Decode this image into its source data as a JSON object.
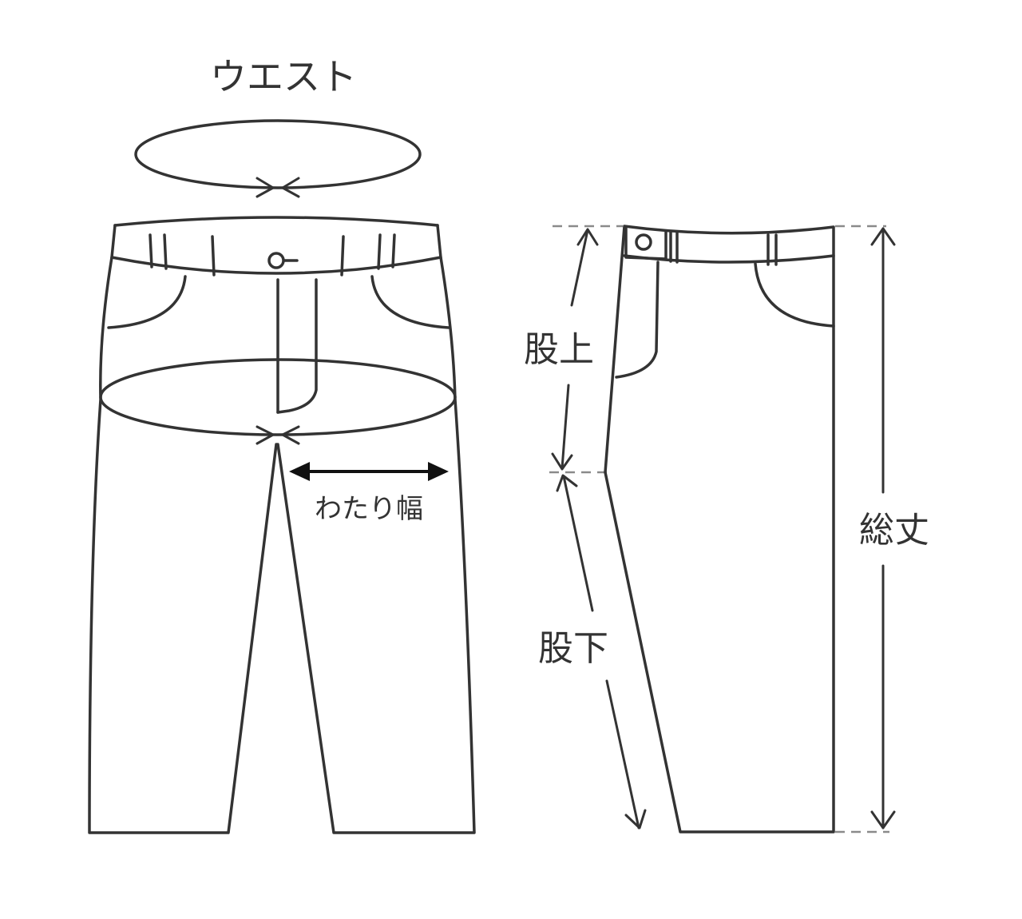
{
  "labels": {
    "waist": "ウエスト",
    "thigh_width": "わたり幅",
    "rise": "股上",
    "inseam": "股下",
    "total_length": "総丈"
  },
  "colors": {
    "line": "#333333",
    "dash": "#8a8a8a",
    "background": "#ffffff"
  }
}
